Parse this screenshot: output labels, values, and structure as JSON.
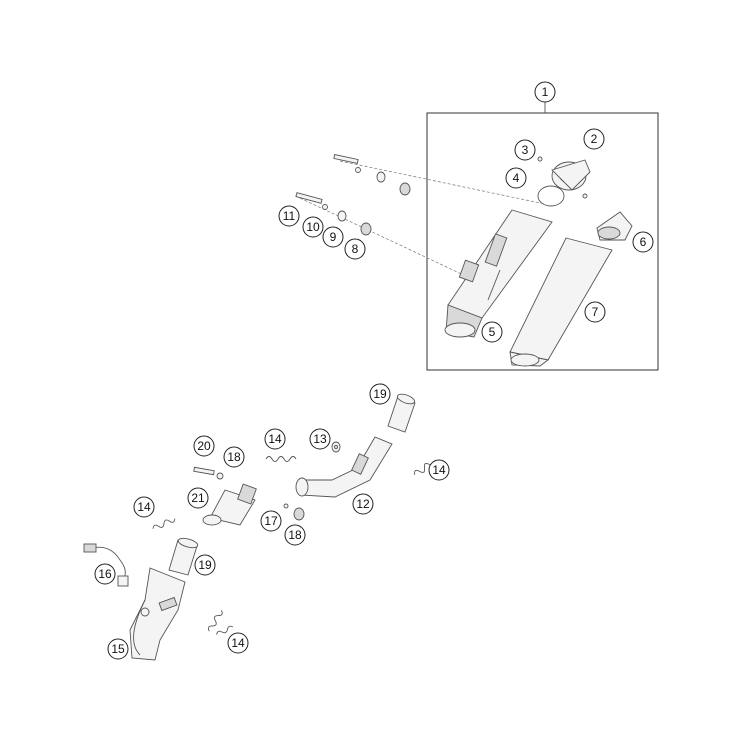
{
  "callouts": {
    "c1": "1",
    "c2": "2",
    "c3": "3",
    "c4": "4",
    "c5": "5",
    "c6": "6",
    "c7": "7",
    "c8": "8",
    "c9": "9",
    "c10": "10",
    "c11": "11",
    "c12": "12",
    "c13": "13",
    "c14a": "14",
    "c14b": "14",
    "c14c": "14",
    "c14d": "14",
    "c15": "15",
    "c16": "16",
    "c17": "17",
    "c18a": "18",
    "c18b": "18",
    "c19a": "19",
    "c19b": "19",
    "c20": "20",
    "c21": "21"
  }
}
